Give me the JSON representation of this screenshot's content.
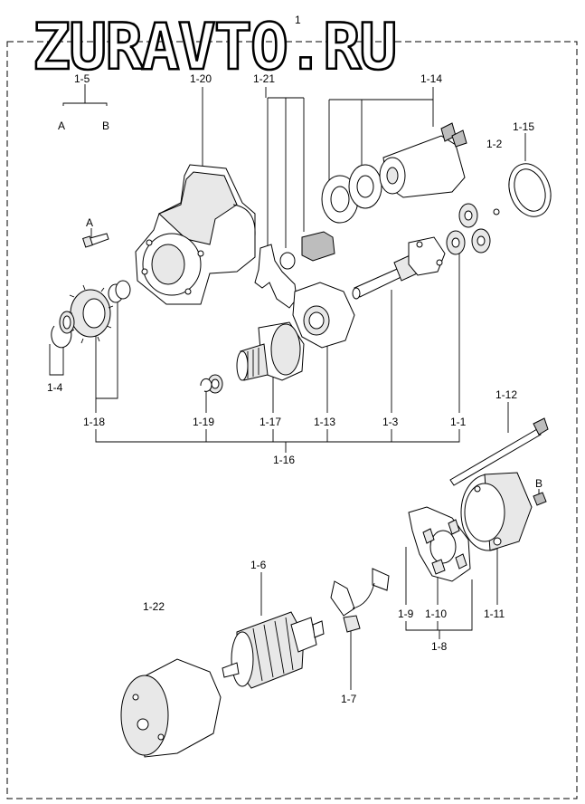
{
  "watermark": "ZURAVTO.RU",
  "top_label": "1",
  "labels": {
    "l1_5": "1-5",
    "lA1": "A",
    "lB1": "B",
    "l1_20": "1-20",
    "l1_21": "1-21",
    "l1_14": "1-14",
    "l1_15": "1-15",
    "l1_2": "1-2",
    "lA2": "A",
    "l1_4": "1-4",
    "l1_18": "1-18",
    "l1_19": "1-19",
    "l1_17": "1-17",
    "l1_13": "1-13",
    "l1_3": "1-3",
    "l1_1": "1-1",
    "l1_12": "1-12",
    "l1_16": "1-16",
    "lB2": "B",
    "l1_6": "1-6",
    "l1_22": "1-22",
    "l1_9": "1-9",
    "l1_10": "1-10",
    "l1_11": "1-11",
    "l1_8": "1-8",
    "l1_7": "1-7"
  }
}
